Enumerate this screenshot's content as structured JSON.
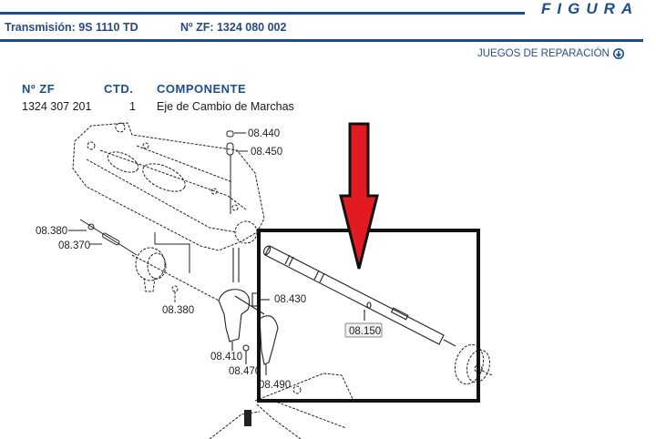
{
  "header": {
    "figure_title": "FIGURA",
    "transmission_label": "Transmisión: 9S 1110 TD",
    "zf_number_label": "Nº ZF: 1324 080 002",
    "repair_kits_link": "JUEGOS DE REPARACIÓN",
    "repair_kits_icon": "circle-down-arrow-icon",
    "accent_color": "#1b4f8c"
  },
  "parts_table": {
    "columns": [
      "Nº ZF",
      "CTD.",
      "COMPONENTE"
    ],
    "rows": [
      {
        "zf": "1324 307 201",
        "qty": "1",
        "component": "Eje de Cambio de Marchas"
      }
    ]
  },
  "diagram": {
    "highlighted_part": "08.150",
    "highlight_arrow_color": "#e21b23",
    "callouts": [
      "08.440",
      "08.450",
      "08.380",
      "08.370",
      "08.380",
      "08.430",
      "08.150",
      "08.410",
      "08.470",
      "08.490"
    ]
  }
}
